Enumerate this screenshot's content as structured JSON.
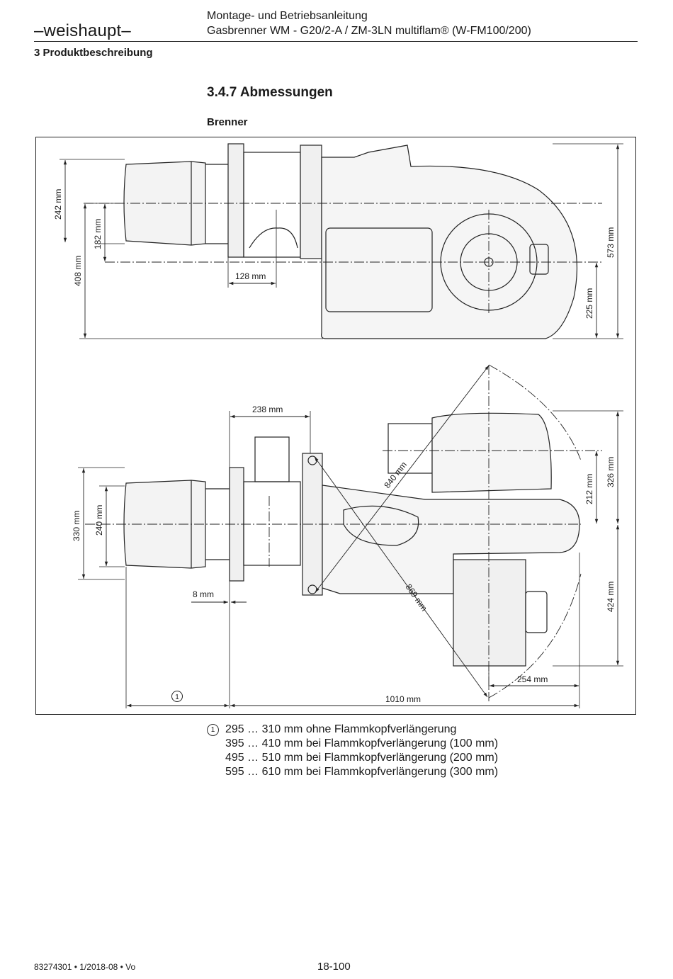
{
  "header": {
    "logo": "–weishaupt–",
    "line1": "Montage- und Betriebsanleitung",
    "line2": "Gasbrenner WM - G20/2-A / ZM-3LN multiflam® (W-FM100/200)"
  },
  "chapter": "3 Produktbeschreibung",
  "section_title": "3.4.7 Abmessungen",
  "subsection_title": "Brenner",
  "dimensions": {
    "d242": "242 mm",
    "d182": "182 mm",
    "d408": "408 mm",
    "d128": "128 mm",
    "d573": "573 mm",
    "d225": "225 mm",
    "d238": "238 mm",
    "d840": "840 mm",
    "d869": "869 mm",
    "d212": "212 mm",
    "d326": "326 mm",
    "d330": "330 mm",
    "d240": "240 mm",
    "d424": "424 mm",
    "d8": "8 mm",
    "d254": "254 mm",
    "d1010": "1010 mm",
    "ref1": "1"
  },
  "footnote": {
    "marker": "1",
    "lines": [
      "295 … 310 mm ohne Flammkopfverlängerung",
      "395 … 410 mm bei Flammkopfverlängerung (100 mm)",
      "495 … 510 mm bei Flammkopfverlängerung (200 mm)",
      "595 … 610 mm bei Flammkopfverlängerung (300 mm)"
    ]
  },
  "footer": {
    "doc_number": "83274301 • 1/2018-08 • Vo",
    "page": "18-100"
  }
}
